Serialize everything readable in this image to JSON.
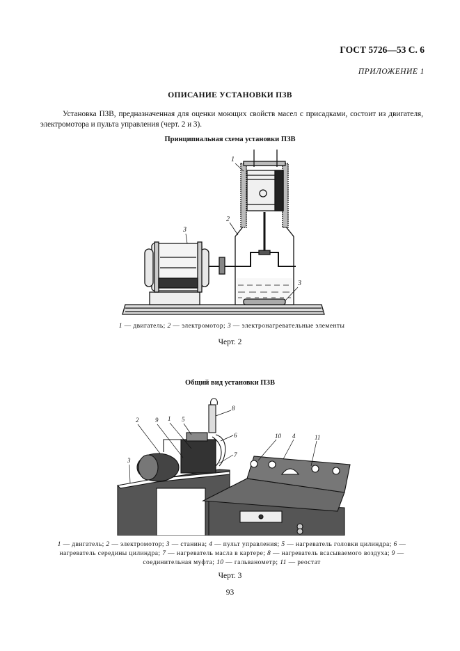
{
  "header": {
    "standard_code": "ГОСТ 5726—53 С. 6",
    "appendix_label": "ПРИЛОЖЕНИЕ 1"
  },
  "section": {
    "title": "ОПИСАНИЕ УСТАНОВКИ ПЗВ",
    "paragraph": "Установка ПЗВ, предназначенная для оценки моющих свойств масел с присадками, состоит из двигателя, электромотора и пульта управления (черт. 2 и 3)."
  },
  "figure1": {
    "title": "Принципиальная схема установки ПЗВ",
    "callouts": [
      "1",
      "2",
      "3",
      "3"
    ],
    "legend": [
      {
        "num": "1",
        "text": "двигатель;"
      },
      {
        "num": "2",
        "text": "электромотор;"
      },
      {
        "num": "3",
        "text": "электронагревательные элементы"
      }
    ],
    "label": "Черт. 2"
  },
  "figure2": {
    "title": "Общий вид установки ПЗВ",
    "callouts": [
      "2",
      "9",
      "1",
      "5",
      "8",
      "6",
      "7",
      "3",
      "10",
      "4",
      "11"
    ],
    "legend": [
      {
        "num": "1",
        "text": "двигатель;"
      },
      {
        "num": "2",
        "text": "электромотор;"
      },
      {
        "num": "3",
        "text": "станина;"
      },
      {
        "num": "4",
        "text": "пульт управления;"
      },
      {
        "num": "5",
        "text": "нагреватель головки цилиндра;"
      },
      {
        "num": "6",
        "text": "нагреватель середины цилиндра;"
      },
      {
        "num": "7",
        "text": "нагреватель масла в картере;"
      },
      {
        "num": "8",
        "text": "нагреватель всасываемого воздуха;"
      },
      {
        "num": "9",
        "text": "соединительная муфта;"
      },
      {
        "num": "10",
        "text": "гальванометр;"
      },
      {
        "num": "11",
        "text": "реостат"
      }
    ],
    "label": "Черт. 3"
  },
  "footer": {
    "page_number": "93"
  }
}
